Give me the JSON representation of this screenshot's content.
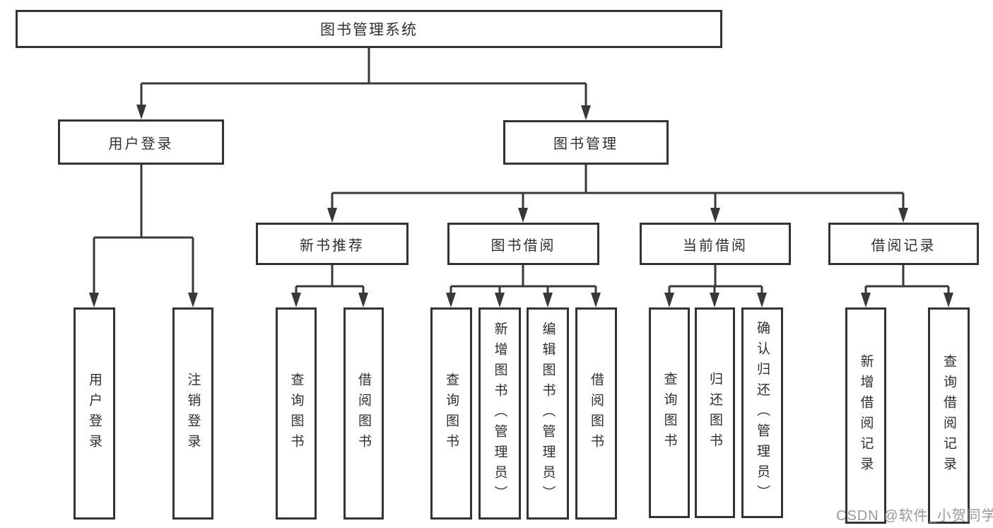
{
  "colors": {
    "line": "#383838",
    "box_border": "#333333",
    "text": "#2f2f2f",
    "watermark_gray": "#8b8b8b",
    "background": "#ffffff"
  },
  "diagram": {
    "title": "图书管理系统",
    "branches": [
      {
        "label": "用户登录",
        "children": [
          {
            "label": "用户登录"
          },
          {
            "label": "注销登录"
          }
        ]
      },
      {
        "label": "图书管理",
        "children": [
          {
            "label": "新书推荐",
            "children": [
              {
                "label": "查询图书"
              },
              {
                "label": "借阅图书"
              }
            ]
          },
          {
            "label": "图书借阅",
            "children": [
              {
                "label": "查询图书"
              },
              {
                "label": "新增图书（管理员）"
              },
              {
                "label": "编辑图书（管理员）"
              },
              {
                "label": "借阅图书"
              }
            ]
          },
          {
            "label": "当前借阅",
            "children": [
              {
                "label": "查询图书"
              },
              {
                "label": "归还图书"
              },
              {
                "label": "确认归还（管理员）"
              }
            ]
          },
          {
            "label": "借阅记录",
            "children": [
              {
                "label": "新增借阅记录"
              },
              {
                "label": "查询借阅记录"
              }
            ]
          }
        ]
      }
    ]
  },
  "watermark": {
    "text": "CSDN @软件_小贺同学"
  }
}
